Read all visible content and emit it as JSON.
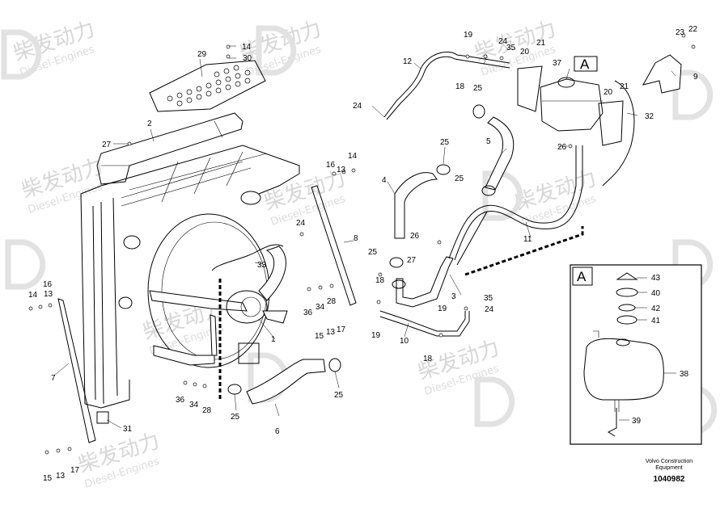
{
  "watermark": {
    "brand_cn": "柴发动力",
    "brand_en": "Diesel-Engines"
  },
  "callouts": {
    "c1": "1",
    "c2": "2",
    "c3": "3",
    "c4": "4",
    "c5": "5",
    "c6": "6",
    "c7": "7",
    "c8": "8",
    "c9": "9",
    "c10": "10",
    "c11": "11",
    "c12": "12",
    "c13a": "13",
    "c13b": "13",
    "c13c": "13",
    "c13d": "13",
    "c14a": "14",
    "c14b": "14",
    "c14c": "14",
    "c15a": "15",
    "c15b": "15",
    "c15c": "15",
    "c16a": "16",
    "c16b": "16",
    "c17a": "17",
    "c17b": "17",
    "c18a": "18",
    "c18b": "18",
    "c18c": "18",
    "c19a": "19",
    "c19b": "19",
    "c19c": "19",
    "c20a": "20",
    "c20b": "20",
    "c21a": "21",
    "c21b": "21",
    "c22": "22",
    "c23": "23",
    "c24a": "24",
    "c24b": "24",
    "c24c": "24",
    "c24d": "24",
    "c25a": "25",
    "c25b": "25",
    "c25c": "25",
    "c25d": "25",
    "c25e": "25",
    "c25f": "25",
    "c26a": "26",
    "c26b": "26",
    "c27a": "27",
    "c27b": "27",
    "c28a": "28",
    "c28b": "28",
    "c29": "29",
    "c30": "30",
    "c31": "31",
    "c32": "32",
    "c33": "33",
    "c34a": "34",
    "c34b": "34",
    "c35a": "35",
    "c35b": "35",
    "c36a": "36",
    "c36b": "36",
    "c37": "37",
    "c38": "38",
    "c39": "39",
    "c40": "40",
    "c41": "41",
    "c42": "42",
    "c43": "43"
  },
  "detail_view": {
    "letter": "A"
  },
  "view_marker": {
    "letter": "A"
  },
  "footer": {
    "company_line1": "Volvo Construction",
    "company_line2": "Equipment",
    "document_number": "1040982"
  }
}
